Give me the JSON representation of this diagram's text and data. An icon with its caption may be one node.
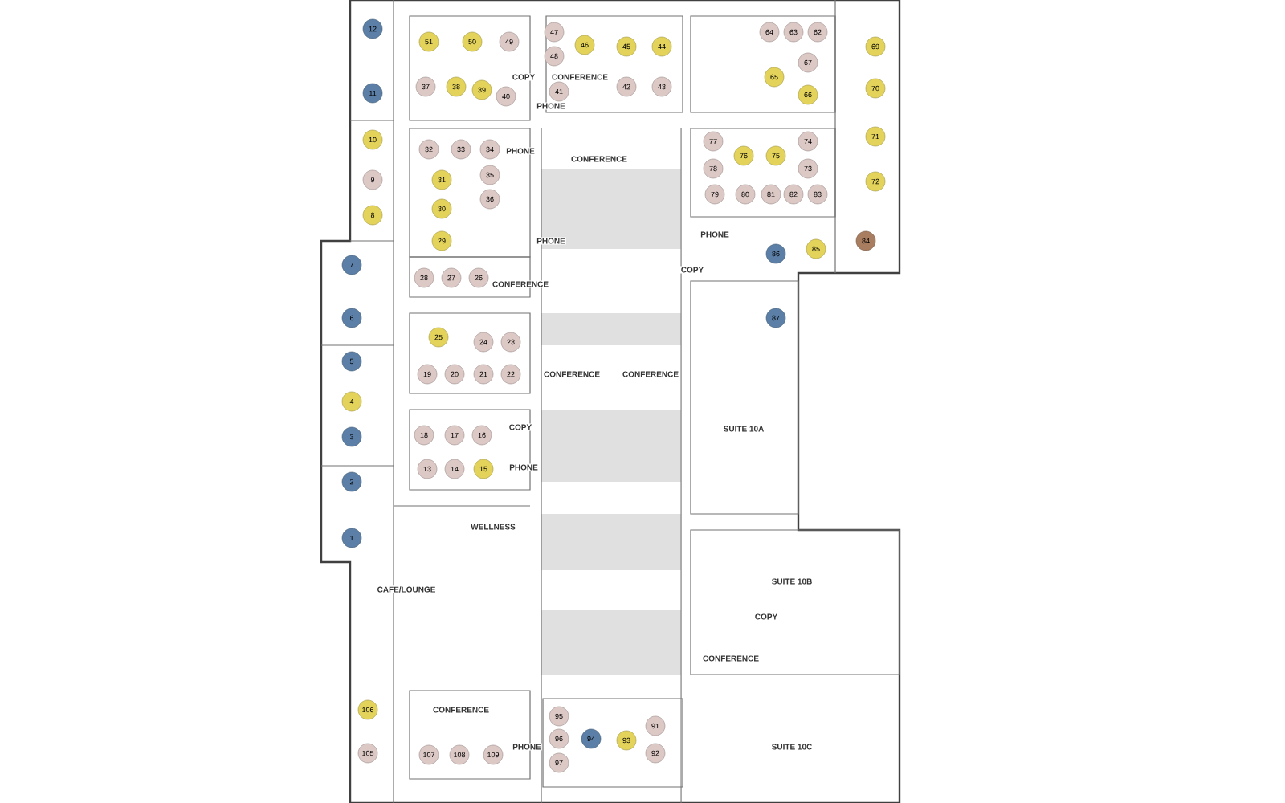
{
  "diagram": {
    "nodes": [
      {
        "text": [
          "12"
        ]
      },
      {
        "text": [
          "11"
        ]
      },
      {
        "text": [
          "10"
        ]
      },
      {
        "text": [
          "9"
        ]
      },
      {
        "text": [
          "8"
        ]
      },
      {
        "text": [
          "7"
        ]
      },
      {
        "text": [
          "6"
        ]
      },
      {
        "text": [
          "5"
        ]
      },
      {
        "text": [
          "4"
        ]
      },
      {
        "text": [
          "3"
        ]
      },
      {
        "text": [
          "2"
        ]
      },
      {
        "text": [
          "1"
        ]
      },
      {
        "text": [
          "51"
        ]
      },
      {
        "text": [
          "50"
        ]
      },
      {
        "text": [
          "49"
        ]
      },
      {
        "text": [
          "37"
        ]
      },
      {
        "text": [
          "38"
        ]
      },
      {
        "text": [
          "39"
        ]
      },
      {
        "text": [
          "40"
        ]
      },
      {
        "text": [
          "47"
        ]
      },
      {
        "text": [
          "48"
        ]
      },
      {
        "text": [
          "46"
        ]
      },
      {
        "text": [
          "45"
        ]
      },
      {
        "text": [
          "44"
        ]
      },
      {
        "text": [
          "41"
        ]
      },
      {
        "text": [
          "42"
        ]
      },
      {
        "text": [
          "43"
        ]
      },
      {
        "text": [
          "32"
        ]
      },
      {
        "text": [
          "33"
        ]
      },
      {
        "text": [
          "34"
        ]
      },
      {
        "text": [
          "35"
        ]
      },
      {
        "text": [
          "36"
        ]
      },
      {
        "text": [
          "31"
        ]
      },
      {
        "text": [
          "30"
        ]
      },
      {
        "text": [
          "29"
        ]
      },
      {
        "text": [
          "28"
        ]
      },
      {
        "text": [
          "27"
        ]
      },
      {
        "text": [
          "26"
        ]
      },
      {
        "text": [
          "25"
        ]
      },
      {
        "text": [
          "24"
        ]
      },
      {
        "text": [
          "23"
        ]
      },
      {
        "text": [
          "19"
        ]
      },
      {
        "text": [
          "20"
        ]
      },
      {
        "text": [
          "21"
        ]
      },
      {
        "text": [
          "22"
        ]
      },
      {
        "text": [
          "18"
        ]
      },
      {
        "text": [
          "17"
        ]
      },
      {
        "text": [
          "16"
        ]
      },
      {
        "text": [
          "13"
        ]
      },
      {
        "text": [
          "14"
        ]
      },
      {
        "text": [
          "15"
        ]
      },
      {
        "text": [
          "64"
        ]
      },
      {
        "text": [
          "63"
        ]
      },
      {
        "text": [
          "62"
        ]
      },
      {
        "text": [
          "65"
        ]
      },
      {
        "text": [
          "67"
        ]
      },
      {
        "text": [
          "66"
        ]
      },
      {
        "text": [
          "69"
        ]
      },
      {
        "text": [
          "70"
        ]
      },
      {
        "text": [
          "71"
        ]
      },
      {
        "text": [
          "72"
        ]
      },
      {
        "text": [
          "77"
        ]
      },
      {
        "text": [
          "76"
        ]
      },
      {
        "text": [
          "75"
        ]
      },
      {
        "text": [
          "74"
        ]
      },
      {
        "text": [
          "78"
        ]
      },
      {
        "text": [
          "73"
        ]
      },
      {
        "text": [
          "79"
        ]
      },
      {
        "text": [
          "80"
        ]
      },
      {
        "text": [
          "81"
        ]
      },
      {
        "text": [
          "82"
        ]
      },
      {
        "text": [
          "83"
        ]
      },
      {
        "text": [
          "86"
        ]
      },
      {
        "text": [
          "85"
        ]
      },
      {
        "text": [
          "84"
        ]
      },
      {
        "text": [
          "87"
        ]
      },
      {
        "text": [
          "106"
        ]
      },
      {
        "text": [
          "105"
        ]
      },
      {
        "text": [
          "107"
        ]
      },
      {
        "text": [
          "108"
        ]
      },
      {
        "text": [
          "109"
        ]
      },
      {
        "text": [
          "95"
        ]
      },
      {
        "text": [
          "96"
        ]
      },
      {
        "text": [
          "97"
        ]
      },
      {
        "text": [
          "94"
        ]
      },
      {
        "text": [
          "93"
        ]
      },
      {
        "text": [
          "91"
        ]
      },
      {
        "text": [
          "92"
        ]
      }
    ],
    "labels": [
      "COPY",
      "CONFERENCE",
      "PHONE",
      "PHONE",
      "CONFERENCE",
      "PHONE",
      "CONFERENCE",
      "COPY",
      "PHONE",
      "CONFERENCE",
      "CONFERENCE",
      "COPY",
      "SUITE 10A",
      "PHONE",
      "WELLNESS",
      "CAFE/LOUNGE",
      "SUITE 10B",
      "COPY",
      "CONFERENCE",
      "CONFERENCE",
      "PHONE",
      "SUITE 10C"
    ]
  }
}
